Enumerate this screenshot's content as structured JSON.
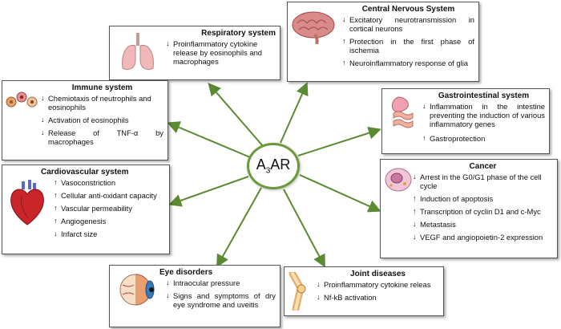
{
  "center": {
    "main": "A",
    "sub": "3",
    "rest": "AR"
  },
  "colors": {
    "arrow": "#5a8a32",
    "box_border": "#555555"
  },
  "boxes": {
    "cns": {
      "title": "Central Nervous System",
      "icon": "brain-icon",
      "items": [
        {
          "dir": "↓",
          "text": "Excitatory neurotransmission in cortical neurons"
        },
        {
          "dir": "↑",
          "text": "Protection in the first phase of ischemia"
        },
        {
          "dir": "↑",
          "text": "Neuroinflammatory response of glia"
        }
      ]
    },
    "respiratory": {
      "title": "Respiratory system",
      "icon": "lungs-icon",
      "items": [
        {
          "dir": "↓",
          "text": "Proinflammatory cytokine release by eosinophils and macrophages"
        }
      ]
    },
    "immune": {
      "title": "Immune system",
      "icon": "immune-cells-icon",
      "items": [
        {
          "dir": "↓",
          "text": "Chemiotaxis of neutrophils and eosinophils"
        },
        {
          "dir": "↓",
          "text": "Activation of eosinophils"
        },
        {
          "dir": "↓",
          "text": "Release of TNF-α by macrophages"
        }
      ]
    },
    "gastro": {
      "title": "Gastrointestinal system",
      "icon": "stomach-icon",
      "items": [
        {
          "dir": "↓",
          "text": "Inflammation in the intestine preventing the induction of various inflammatory genes"
        },
        {
          "dir": "↑",
          "text": "Gastroprotection"
        }
      ]
    },
    "cardio": {
      "title": "Cardiovascular system",
      "icon": "heart-icon",
      "items": [
        {
          "dir": "↑",
          "text": "Vasoconstriction"
        },
        {
          "dir": "↑",
          "text": "Cellular anti-oxidant capacity"
        },
        {
          "dir": "↑",
          "text": "Vascular permeability"
        },
        {
          "dir": "↑",
          "text": "Angiogenesis"
        },
        {
          "dir": "↓",
          "text": "Infarct size"
        }
      ]
    },
    "cancer": {
      "title": "Cancer",
      "icon": "cell-icon",
      "items": [
        {
          "dir": "↓",
          "text": "Arrest in the G0/G1 phase of the cell cycle"
        },
        {
          "dir": "↑",
          "text": "Induction of apoptosis"
        },
        {
          "dir": "↑",
          "text": "Transcription of cyclin D1 and c-Myc"
        },
        {
          "dir": "↓",
          "text": "Metastasis"
        },
        {
          "dir": "↓",
          "text": "VEGF and angiopoietin-2 expression"
        }
      ]
    },
    "eye": {
      "title": "Eye disorders",
      "icon": "eye-icon",
      "items": [
        {
          "dir": "↓",
          "text": "Intraocular pressure"
        },
        {
          "dir": "↓",
          "text": "Signs and symptoms of dry eye syndrome and uveitis"
        }
      ]
    },
    "joint": {
      "title": "Joint diseases",
      "icon": "knee-joint-icon",
      "items": [
        {
          "dir": "↓",
          "text": "Proinflammatory cytokine releas"
        },
        {
          "dir": "↓",
          "text": "Nf-kB activation"
        }
      ]
    }
  }
}
